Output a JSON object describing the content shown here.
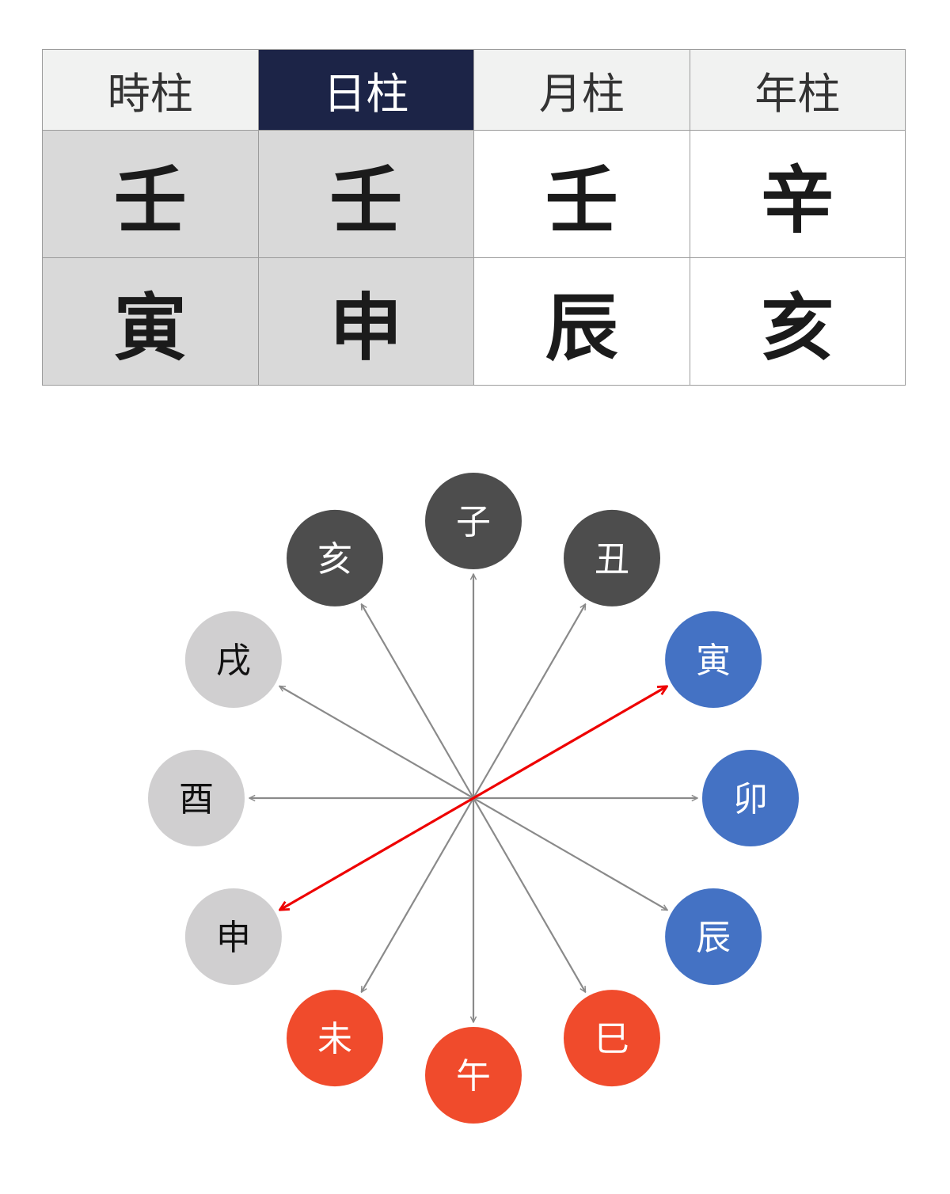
{
  "pillars": {
    "headers": [
      "時柱",
      "日柱",
      "月柱",
      "年柱"
    ],
    "stems": [
      "壬",
      "壬",
      "壬",
      "辛"
    ],
    "branches": [
      "寅",
      "申",
      "辰",
      "亥"
    ],
    "active_header_index": 1,
    "shaded_columns": [
      0,
      1
    ]
  },
  "wheel": {
    "branches": [
      {
        "label": "子",
        "angle": 0,
        "color": "#4d4d4d",
        "text_color": "#ffffff"
      },
      {
        "label": "丑",
        "angle": 30,
        "color": "#4d4d4d",
        "text_color": "#ffffff"
      },
      {
        "label": "寅",
        "angle": 60,
        "color": "#4472c4",
        "text_color": "#ffffff"
      },
      {
        "label": "卯",
        "angle": 90,
        "color": "#4472c4",
        "text_color": "#ffffff"
      },
      {
        "label": "辰",
        "angle": 120,
        "color": "#4472c4",
        "text_color": "#ffffff"
      },
      {
        "label": "巳",
        "angle": 150,
        "color": "#f04b2c",
        "text_color": "#ffffff"
      },
      {
        "label": "午",
        "angle": 180,
        "color": "#f04b2c",
        "text_color": "#ffffff"
      },
      {
        "label": "未",
        "angle": 210,
        "color": "#f04b2c",
        "text_color": "#ffffff"
      },
      {
        "label": "申",
        "angle": 240,
        "color": "#d0cfd0",
        "text_color": "#111111"
      },
      {
        "label": "酉",
        "angle": 270,
        "color": "#d0cfd0",
        "text_color": "#111111"
      },
      {
        "label": "戌",
        "angle": 300,
        "color": "#d0cfd0",
        "text_color": "#111111"
      },
      {
        "label": "亥",
        "angle": 330,
        "color": "#4d4d4d",
        "text_color": "#ffffff"
      }
    ],
    "highlight_clash": [
      "寅",
      "申"
    ],
    "arrow_color": "#8a8a8a",
    "highlight_color": "#ee0000"
  }
}
